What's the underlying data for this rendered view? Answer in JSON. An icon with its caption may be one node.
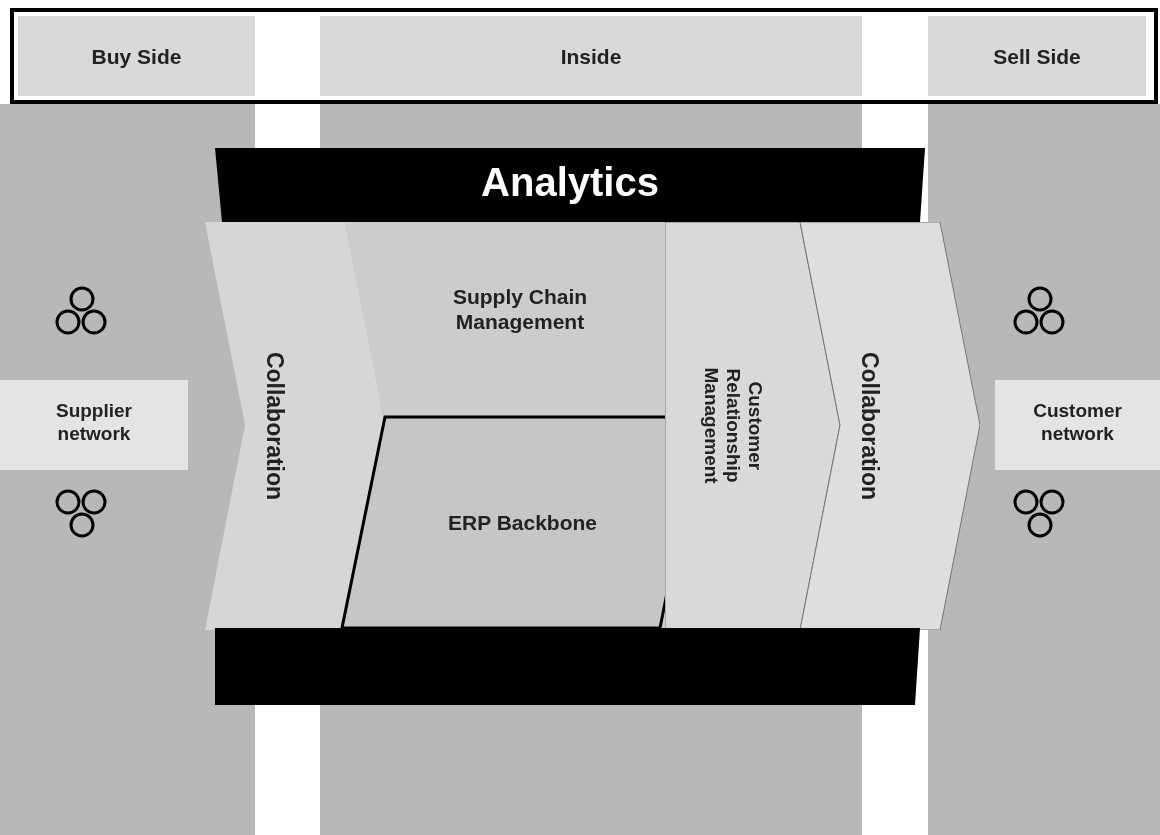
{
  "diagram": {
    "nodes": [
      {
        "text": [
          "Buy Side"
        ]
      },
      {
        "text": [
          "Inside"
        ]
      },
      {
        "text": [
          "Sell Side"
        ]
      },
      {
        "text": [
          "Analytics"
        ]
      },
      {
        "text": [
          "Supplier network"
        ]
      },
      {
        "text": [
          "Collaboration"
        ]
      },
      {
        "text": [
          "Supply Chain Management"
        ]
      },
      {
        "text": [
          "ERP Backbone"
        ],
        "in": 6
      },
      {
        "text": [
          "Customer Relationship Management"
        ]
      },
      {
        "text": [
          "Collaboration"
        ]
      },
      {
        "text": [
          "Customer network"
        ]
      },
      {
        "text": [],
        "shape": "bar"
      }
    ],
    "edges": []
  }
}
